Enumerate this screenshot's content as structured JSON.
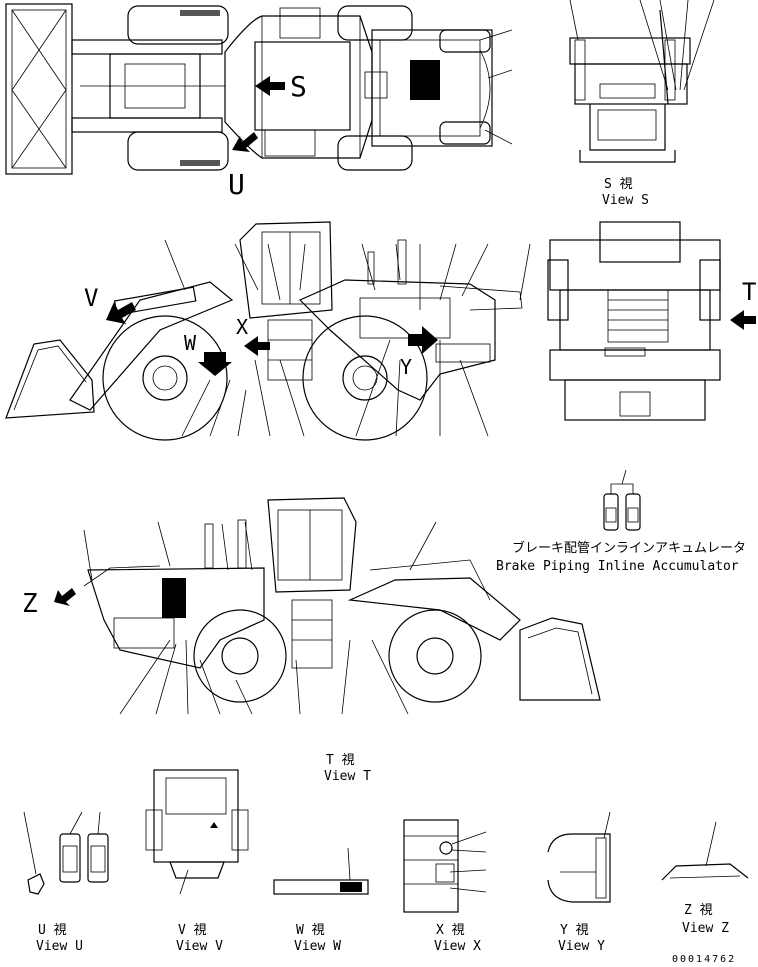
{
  "views": {
    "s": {
      "jp": "S 視",
      "en": "View S"
    },
    "t": {
      "jp": "T 視",
      "en": "View T"
    },
    "u": {
      "jp": "U 視",
      "en": "View U"
    },
    "v": {
      "jp": "V 視",
      "en": "View V"
    },
    "w": {
      "jp": "W 視",
      "en": "View W"
    },
    "x": {
      "jp": "X 視",
      "en": "View X"
    },
    "y": {
      "jp": "Y 視",
      "en": "View Y"
    },
    "z": {
      "jp": "Z 視",
      "en": "View Z"
    }
  },
  "markers": {
    "s": "S",
    "t": "T",
    "u": "U",
    "v": "V",
    "w": "W",
    "x": "X",
    "y": "Y",
    "z": "Z"
  },
  "accumulator": {
    "jp": "ブレーキ配管インラインアキュムレータ",
    "en": "Brake Piping Inline Accumulator"
  },
  "doc_number": "00014762"
}
